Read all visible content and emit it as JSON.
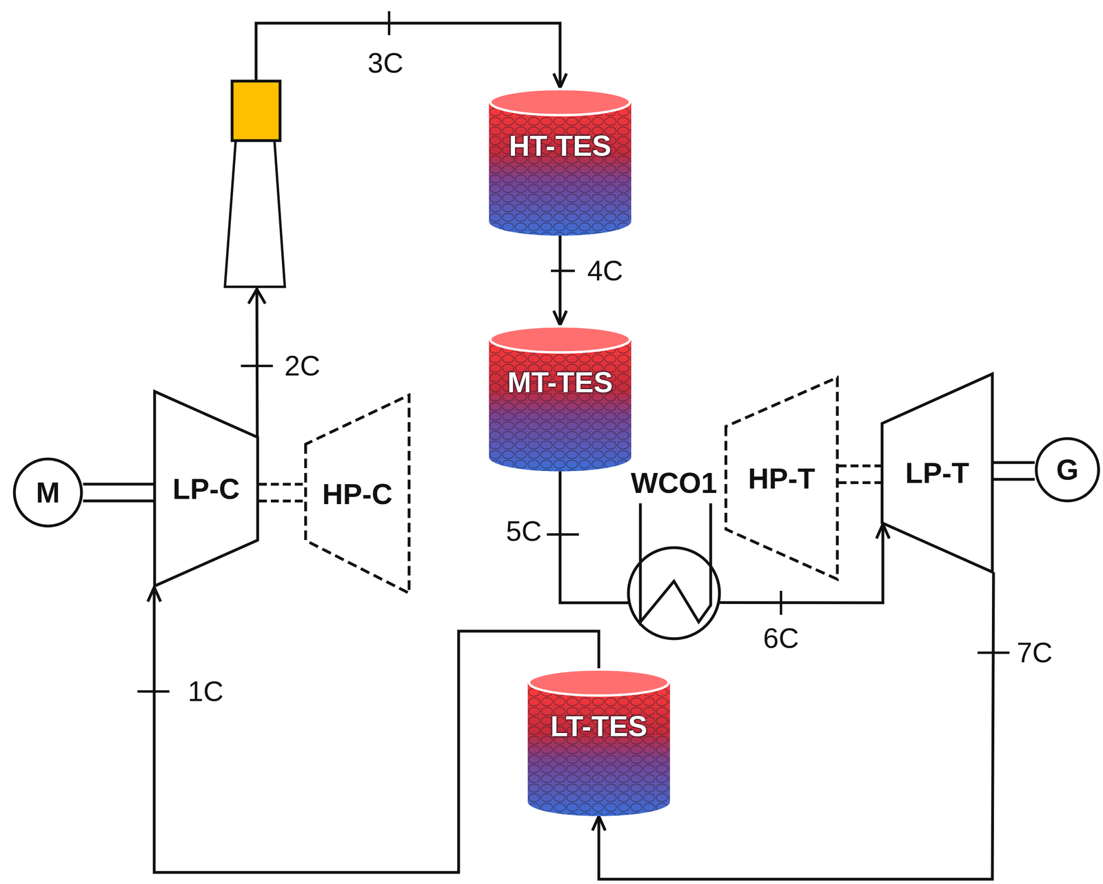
{
  "diagram": {
    "nodes": [
      {
        "text": [
          "HT-TES"
        ]
      },
      {
        "text": [
          "MT-TES"
        ]
      },
      {
        "text": [
          "M"
        ]
      },
      {
        "text": [
          "LP-C"
        ]
      },
      {
        "text": [
          "HP-C"
        ]
      },
      {
        "text": [
          "WCO1"
        ]
      },
      {
        "text": [
          "HP-T"
        ]
      },
      {
        "text": [
          "LP-T"
        ]
      },
      {
        "text": [
          "G"
        ]
      },
      {
        "text": [
          "LT-TES"
        ]
      }
    ],
    "edges": [
      {
        "from": 2,
        "to": 3,
        "arrow": "none"
      },
      {
        "from": 3,
        "to": 4,
        "arrow": "none"
      },
      {
        "from": 3,
        "to": 0,
        "arrow": "to"
      },
      {
        "from": 0,
        "to": 1,
        "arrow": "to"
      },
      {
        "from": 1,
        "to": 5,
        "arrow": "none"
      },
      {
        "from": 5,
        "to": 7,
        "arrow": "to"
      },
      {
        "from": 6,
        "to": 7,
        "arrow": "none"
      },
      {
        "from": 7,
        "to": 8,
        "arrow": "none"
      },
      {
        "from": 7,
        "to": 9,
        "arrow": "to"
      },
      {
        "from": 9,
        "to": 3,
        "arrow": "to"
      }
    ],
    "labels": [
      "3C",
      "4C",
      "2C",
      "5C",
      "6C",
      "1C",
      "7C"
    ]
  }
}
